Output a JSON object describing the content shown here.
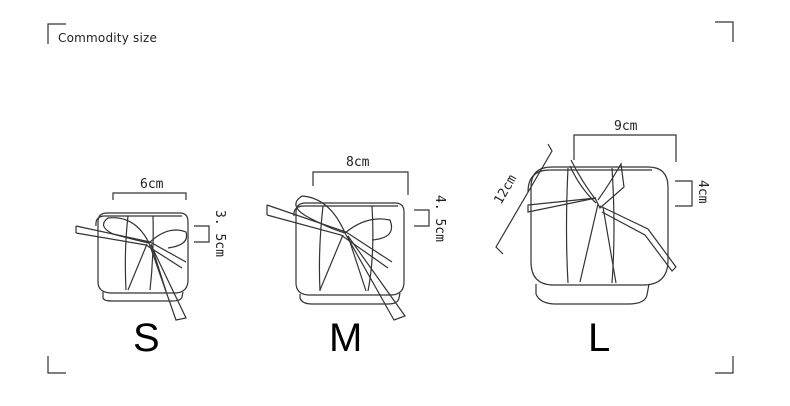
{
  "title": "Commodity size",
  "items": [
    {
      "size": "S",
      "width": "6cm",
      "height": "3. 5cm"
    },
    {
      "size": "M",
      "width": "8cm",
      "height": "4. 5cm"
    },
    {
      "size": "L",
      "width": "9cm",
      "height": "4cm",
      "depth": "12cm"
    }
  ]
}
